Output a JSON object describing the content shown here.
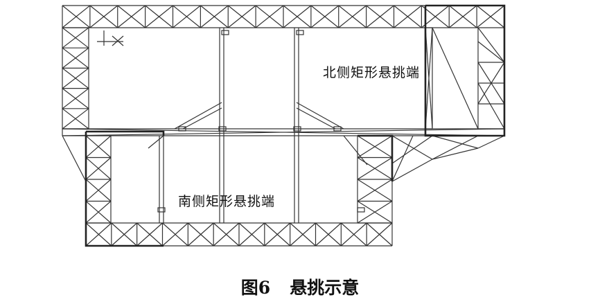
{
  "labels": {
    "north_cantilever": "北侧矩形悬挑端",
    "south_cantilever": "南侧矩形悬挑端"
  },
  "caption": {
    "figure_no": "图6",
    "title": "悬挑示意"
  },
  "colors": {
    "line": "#333333",
    "background": "#ffffff"
  }
}
